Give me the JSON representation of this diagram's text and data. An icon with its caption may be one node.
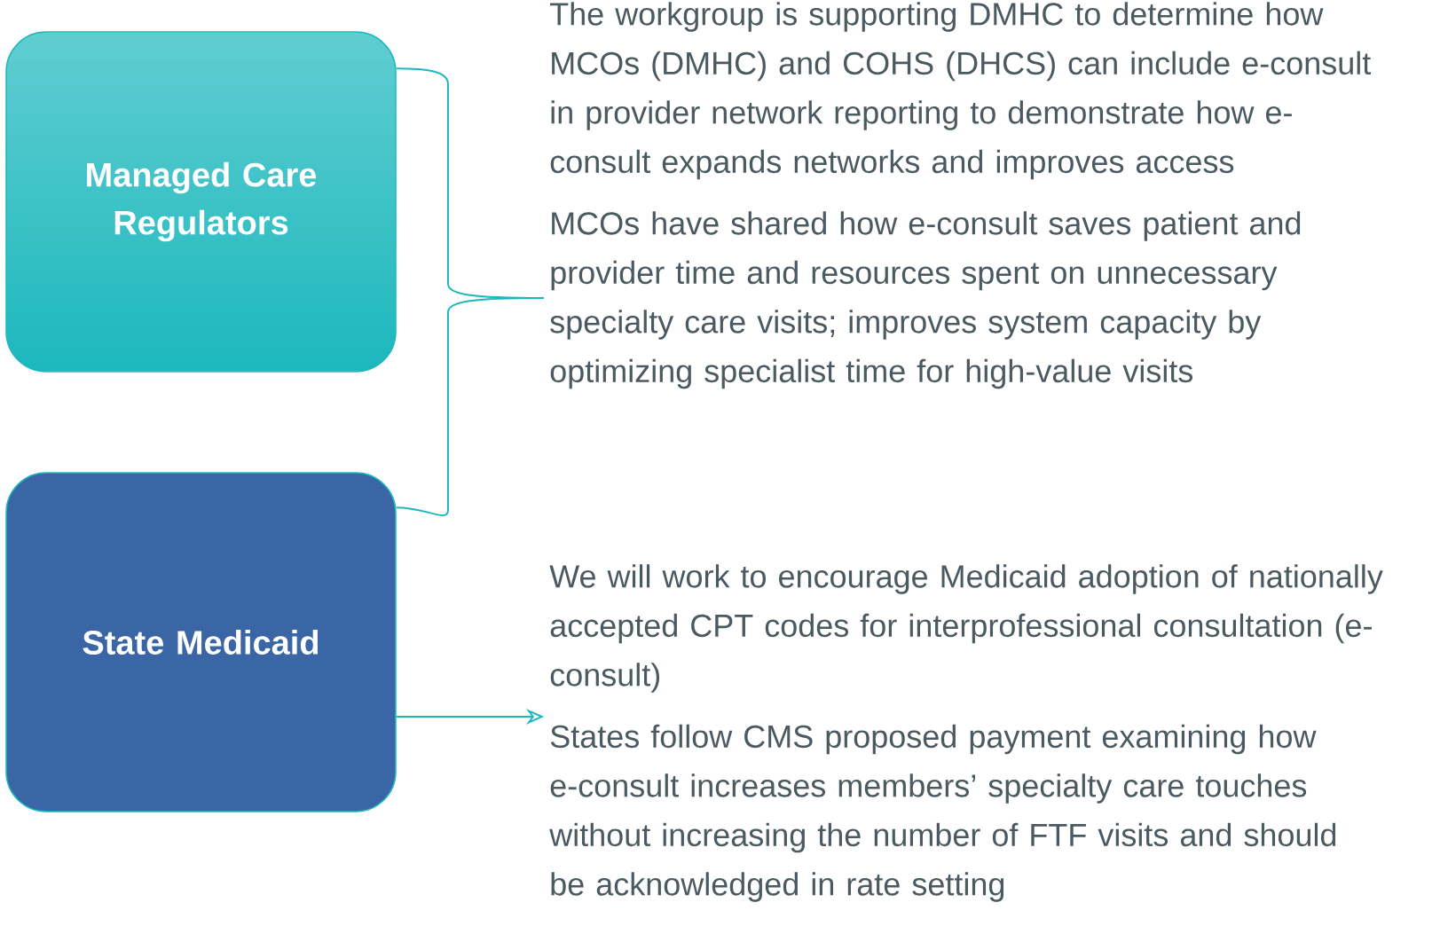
{
  "diagram": {
    "nodes": [
      {
        "text": [
          "Managed Care Regulators"
        ]
      },
      {
        "text": [
          "State Medicaid"
        ]
      },
      {
        "text": [
          "The workgroup is supporting DMHC to determine how MCOs (DMHC) and COHS (DHCS) can include e-consult in provider network reporting to demonstrate how e-consult expands networks and improves access",
          "MCOs have shared how e-consult saves patient and provider time and resources spent on unnecessary specialty care visits; improves system capacity by optimizing specialist time for high-value visits"
        ]
      },
      {
        "text": [
          "We will work to encourage Medicaid adoption of nationally accepted CPT codes for interprofessional consultation (e-consult)",
          "States follow CMS proposed payment examining how e-consult increases members’ specialty care touches without increasing the number of FTF visits and should be acknowledged in rate setting"
        ]
      }
    ],
    "edges": [
      {
        "from": 0,
        "to": 2,
        "arrow": "none"
      },
      {
        "from": 1,
        "to": 2,
        "arrow": "none"
      },
      {
        "from": 1,
        "to": 3,
        "arrow": "to"
      }
    ]
  }
}
